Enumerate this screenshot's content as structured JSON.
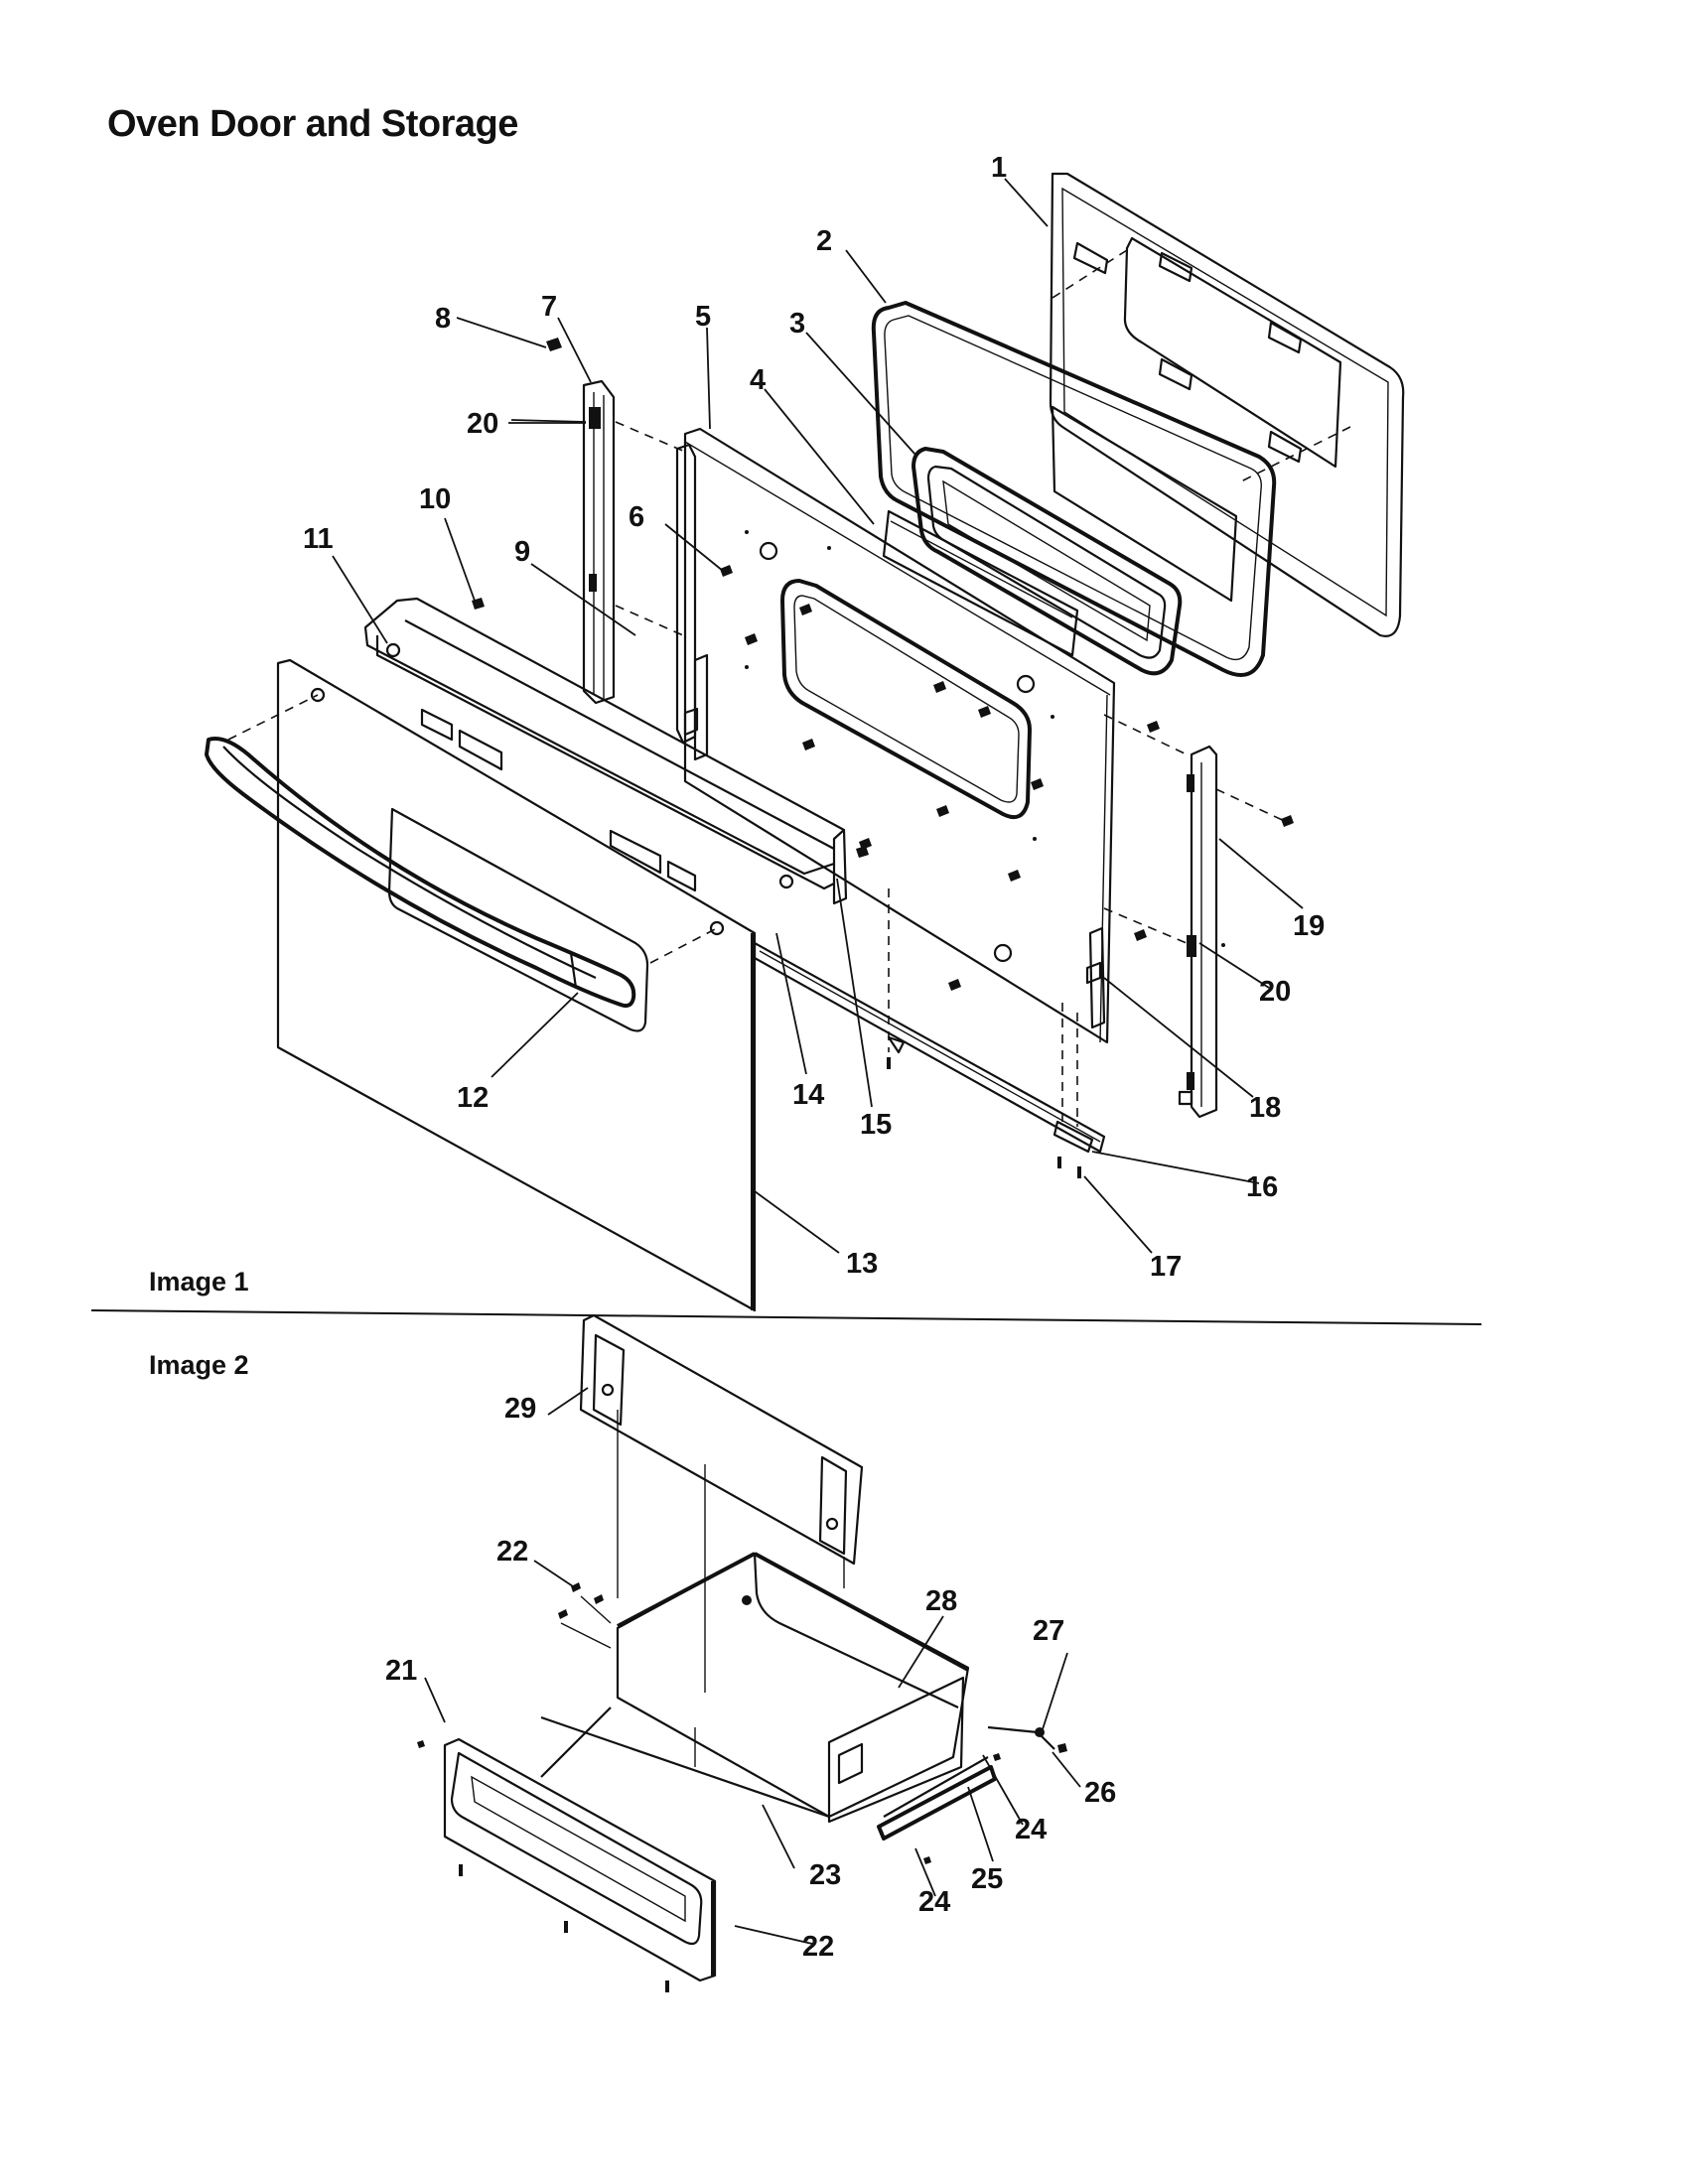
{
  "title": "Oven Door and Storage",
  "sections": [
    {
      "label": "Image 1"
    },
    {
      "label": "Image 2"
    }
  ],
  "callouts": [
    {
      "number": "1"
    },
    {
      "number": "2"
    },
    {
      "number": "3"
    },
    {
      "number": "4"
    },
    {
      "number": "5"
    },
    {
      "number": "6"
    },
    {
      "number": "7"
    },
    {
      "number": "8"
    },
    {
      "number": "9"
    },
    {
      "number": "10"
    },
    {
      "number": "11"
    },
    {
      "number": "12"
    },
    {
      "number": "13"
    },
    {
      "number": "14"
    },
    {
      "number": "15"
    },
    {
      "number": "16"
    },
    {
      "number": "17"
    },
    {
      "number": "18"
    },
    {
      "number": "19"
    },
    {
      "number": "20"
    },
    {
      "number": "20"
    },
    {
      "number": "21"
    },
    {
      "number": "22"
    },
    {
      "number": "22"
    },
    {
      "number": "23"
    },
    {
      "number": "24"
    },
    {
      "number": "24"
    },
    {
      "number": "25"
    },
    {
      "number": "26"
    },
    {
      "number": "27"
    },
    {
      "number": "28"
    },
    {
      "number": "29"
    }
  ]
}
